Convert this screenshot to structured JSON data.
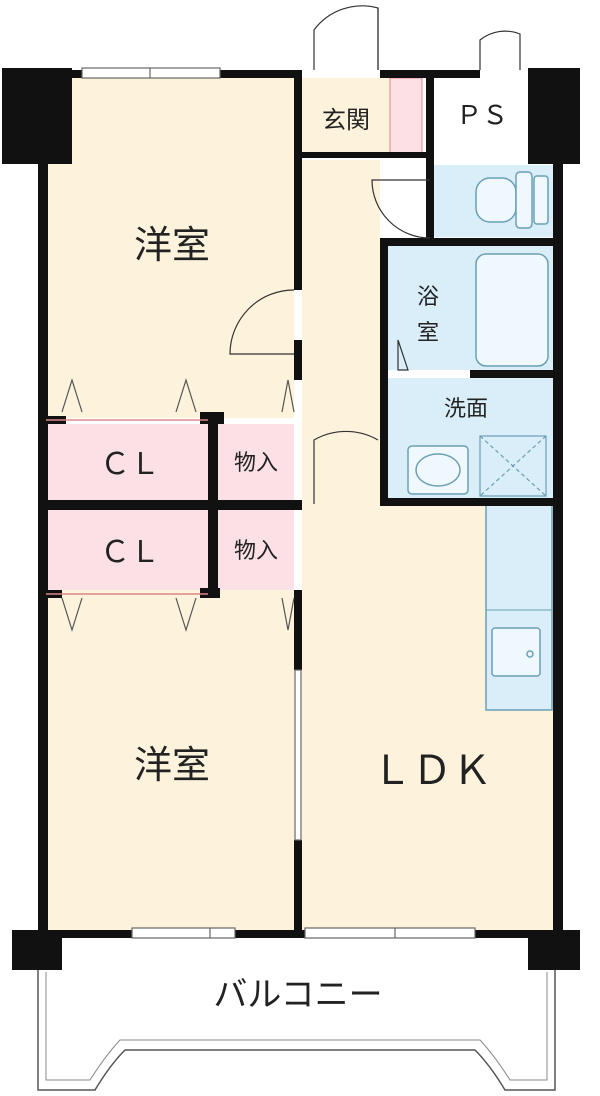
{
  "rooms": {
    "west_top": "洋室",
    "west_bottom": "洋室",
    "ldk": "ＬＤＫ",
    "entrance": "玄関",
    "ps": "ＰＳ",
    "bath_line1": "浴",
    "bath_line2": "室",
    "washroom": "洗面",
    "closet_top": "ＣＬ",
    "closet_bottom": "ＣＬ",
    "storage_top": "物入",
    "storage_bottom": "物入",
    "balcony": "バルコニー"
  },
  "colors": {
    "room_fill": "#fdf3dc",
    "closet_fill": "#fbe0e6",
    "wet_fill": "#d9eef8",
    "wall": "#111111",
    "fixture_stroke": "#6a9fb5"
  }
}
